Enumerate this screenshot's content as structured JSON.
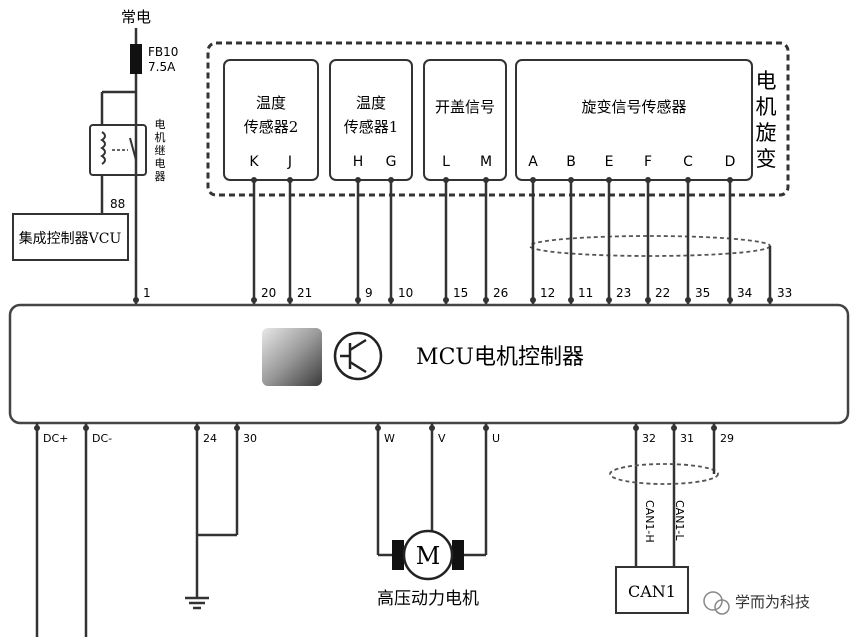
{
  "power": {
    "label": "常电",
    "fuse_id": "FB10",
    "fuse_rating": "7.5A"
  },
  "relay": {
    "label": "电机继电器"
  },
  "vcu": {
    "label": "集成控制器VCU",
    "pin": "88"
  },
  "resolver_group": {
    "label": "电机旋变"
  },
  "sensors": [
    {
      "line1": "温度",
      "line2": "传感器2",
      "pins": [
        "K",
        "J"
      ]
    },
    {
      "line1": "温度",
      "line2": "传感器1",
      "pins": [
        "H",
        "G"
      ]
    },
    {
      "line1": "开盖信号",
      "line2": "",
      "pins": [
        "L",
        "M"
      ]
    },
    {
      "line1": "旋变信号传感器",
      "line2": "",
      "pins": [
        "A",
        "B",
        "E",
        "F",
        "C",
        "D"
      ]
    }
  ],
  "mcu": {
    "label": "MCU电机控制器",
    "top_pins": [
      "1",
      "20",
      "21",
      "9",
      "10",
      "15",
      "26",
      "12",
      "11",
      "23",
      "22",
      "35",
      "34",
      "33"
    ],
    "bottom_pins": [
      "DC+",
      "DC-",
      "24",
      "30",
      "W",
      "V",
      "U",
      "32",
      "31",
      "29"
    ]
  },
  "motor": {
    "symbol": "M",
    "label": "高压动力电机"
  },
  "can": {
    "box_label": "CAN1",
    "wire_labels": [
      "CAN1-H",
      "CAN1-L"
    ]
  },
  "watermark": {
    "text": "学而为科技"
  }
}
